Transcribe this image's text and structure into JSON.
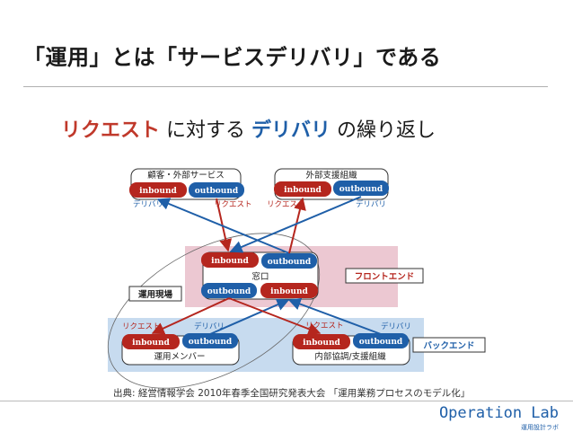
{
  "title": "「運用」とは「サービスデリバリ」である",
  "subtitle": {
    "part1": "リクエスト",
    "part2": " に対する ",
    "part3": "デリバリ",
    "part4": " の繰り返し"
  },
  "nodes": {
    "customer": {
      "label": "顧客・外部サービス",
      "inbound": "inbound",
      "outbound": "outbound"
    },
    "external_support": {
      "label": "外部支援組織",
      "inbound": "inbound",
      "outbound": "outbound"
    },
    "window": {
      "label": "窓口",
      "inbound_top": "inbound",
      "outbound_top": "outbound",
      "outbound_bottom": "outbound",
      "inbound_bottom": "inbound"
    },
    "ops_member": {
      "label": "運用メンバー",
      "inbound": "inbound",
      "outbound": "outbound"
    },
    "internal": {
      "label": "内部協調/支援組織",
      "inbound": "inbound",
      "outbound": "outbound"
    }
  },
  "edge_labels": {
    "customer_left": "デリバリ",
    "customer_right": "リクエスト",
    "external_left": "リクエスト",
    "external_right": "デリバリ",
    "ops_left": "リクエスト",
    "ops_right": "デリバリ",
    "internal_left": "リクエスト",
    "internal_right": "デリバリ"
  },
  "zones": {
    "frontend": "フロントエンド",
    "backend": "バックエンド",
    "field": "運用現場"
  },
  "source": "出典: 経営情報学会 2010年春季全国研究発表大会 「運用業務プロセスのモデル化」",
  "brand": {
    "name": "Operation Lab",
    "sub": "運用設計ラボ"
  },
  "colors": {
    "red": "#b5261e",
    "blue": "#1f5fa8",
    "frontend_bg": "#ecc8d2",
    "backend_bg": "#c7dbef"
  }
}
